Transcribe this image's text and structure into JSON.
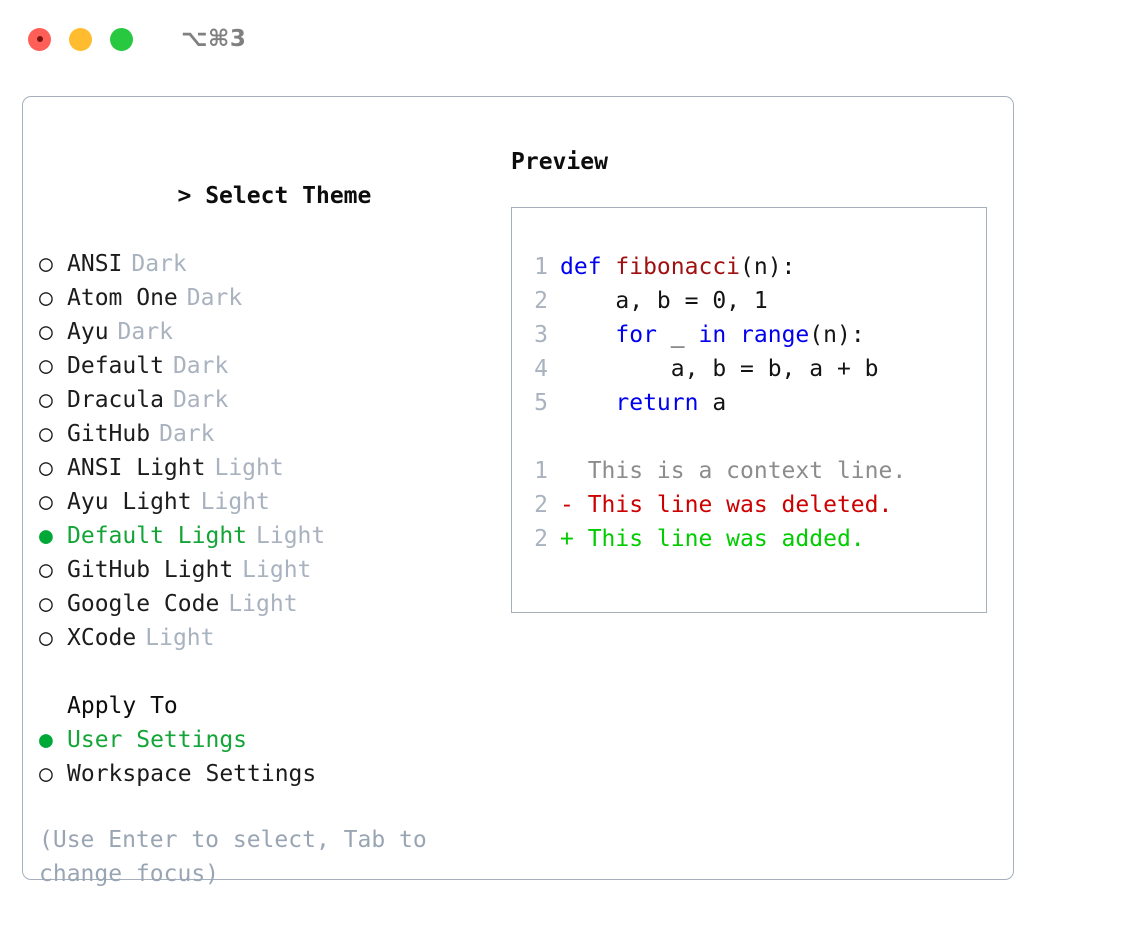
{
  "titlebar": {
    "shortcut": "⌥⌘3",
    "buttons": [
      {
        "name": "close",
        "color": "#ff5f57"
      },
      {
        "name": "minimize",
        "color": "#febc2e"
      },
      {
        "name": "maximize",
        "color": "#28c840"
      }
    ]
  },
  "theme_section": {
    "caret": ">",
    "title": "Select Theme",
    "items": [
      {
        "marker": "○",
        "label": "ANSI",
        "tag": "Dark",
        "selected": false
      },
      {
        "marker": "○",
        "label": "Atom One",
        "tag": "Dark",
        "selected": false
      },
      {
        "marker": "○",
        "label": "Ayu",
        "tag": "Dark",
        "selected": false
      },
      {
        "marker": "○",
        "label": "Default",
        "tag": "Dark",
        "selected": false
      },
      {
        "marker": "○",
        "label": "Dracula",
        "tag": "Dark",
        "selected": false
      },
      {
        "marker": "○",
        "label": "GitHub",
        "tag": "Dark",
        "selected": false
      },
      {
        "marker": "○",
        "label": "ANSI Light",
        "tag": "Light",
        "selected": false
      },
      {
        "marker": "○",
        "label": "Ayu Light",
        "tag": "Light",
        "selected": false
      },
      {
        "marker": "●",
        "label": "Default Light",
        "tag": "Light",
        "selected": true
      },
      {
        "marker": "○",
        "label": "GitHub Light",
        "tag": "Light",
        "selected": false
      },
      {
        "marker": "○",
        "label": "Google Code",
        "tag": "Light",
        "selected": false
      },
      {
        "marker": "○",
        "label": "XCode",
        "tag": "Light",
        "selected": false
      }
    ]
  },
  "apply_section": {
    "title": "Apply To",
    "items": [
      {
        "marker": "●",
        "label": "User Settings",
        "selected": true
      },
      {
        "marker": "○",
        "label": "Workspace Settings",
        "selected": false
      }
    ]
  },
  "hint": "(Use Enter to select, Tab to change focus)",
  "preview": {
    "title": "Preview",
    "code_lines": [
      {
        "no": "1",
        "tokens": [
          {
            "t": "def ",
            "c": "kw"
          },
          {
            "t": "fibonacci",
            "c": "fn"
          },
          {
            "t": "(n):",
            "c": "txt"
          }
        ]
      },
      {
        "no": "2",
        "tokens": [
          {
            "t": "    a, b = 0, 1",
            "c": "txt"
          }
        ]
      },
      {
        "no": "3",
        "tokens": [
          {
            "t": "    ",
            "c": "txt"
          },
          {
            "t": "for",
            "c": "kw"
          },
          {
            "t": " _ ",
            "c": "txt"
          },
          {
            "t": "in ",
            "c": "kw"
          },
          {
            "t": "range",
            "c": "kw"
          },
          {
            "t": "(n):",
            "c": "txt"
          }
        ]
      },
      {
        "no": "4",
        "tokens": [
          {
            "t": "        a, b = b, a + b",
            "c": "txt"
          }
        ]
      },
      {
        "no": "5",
        "tokens": [
          {
            "t": "    ",
            "c": "txt"
          },
          {
            "t": "return",
            "c": "kw"
          },
          {
            "t": " a",
            "c": "txt"
          }
        ]
      }
    ],
    "diff_lines": [
      {
        "no": "1",
        "text": "  This is a context line.",
        "kind": "ctx"
      },
      {
        "no": "2",
        "text": "- This line was deleted.",
        "kind": "del"
      },
      {
        "no": "2",
        "text": "+ This line was added.",
        "kind": "add"
      }
    ]
  },
  "colors": {
    "accent_green": "#13a537",
    "tag_gray": "#a9b2bf",
    "border": "#a6b0bd",
    "keyword_blue": "#0000ee",
    "function_red": "#a01010",
    "diff_red": "#cc0000",
    "diff_green": "#00cc00",
    "hint_gray": "#9aa5b4"
  }
}
